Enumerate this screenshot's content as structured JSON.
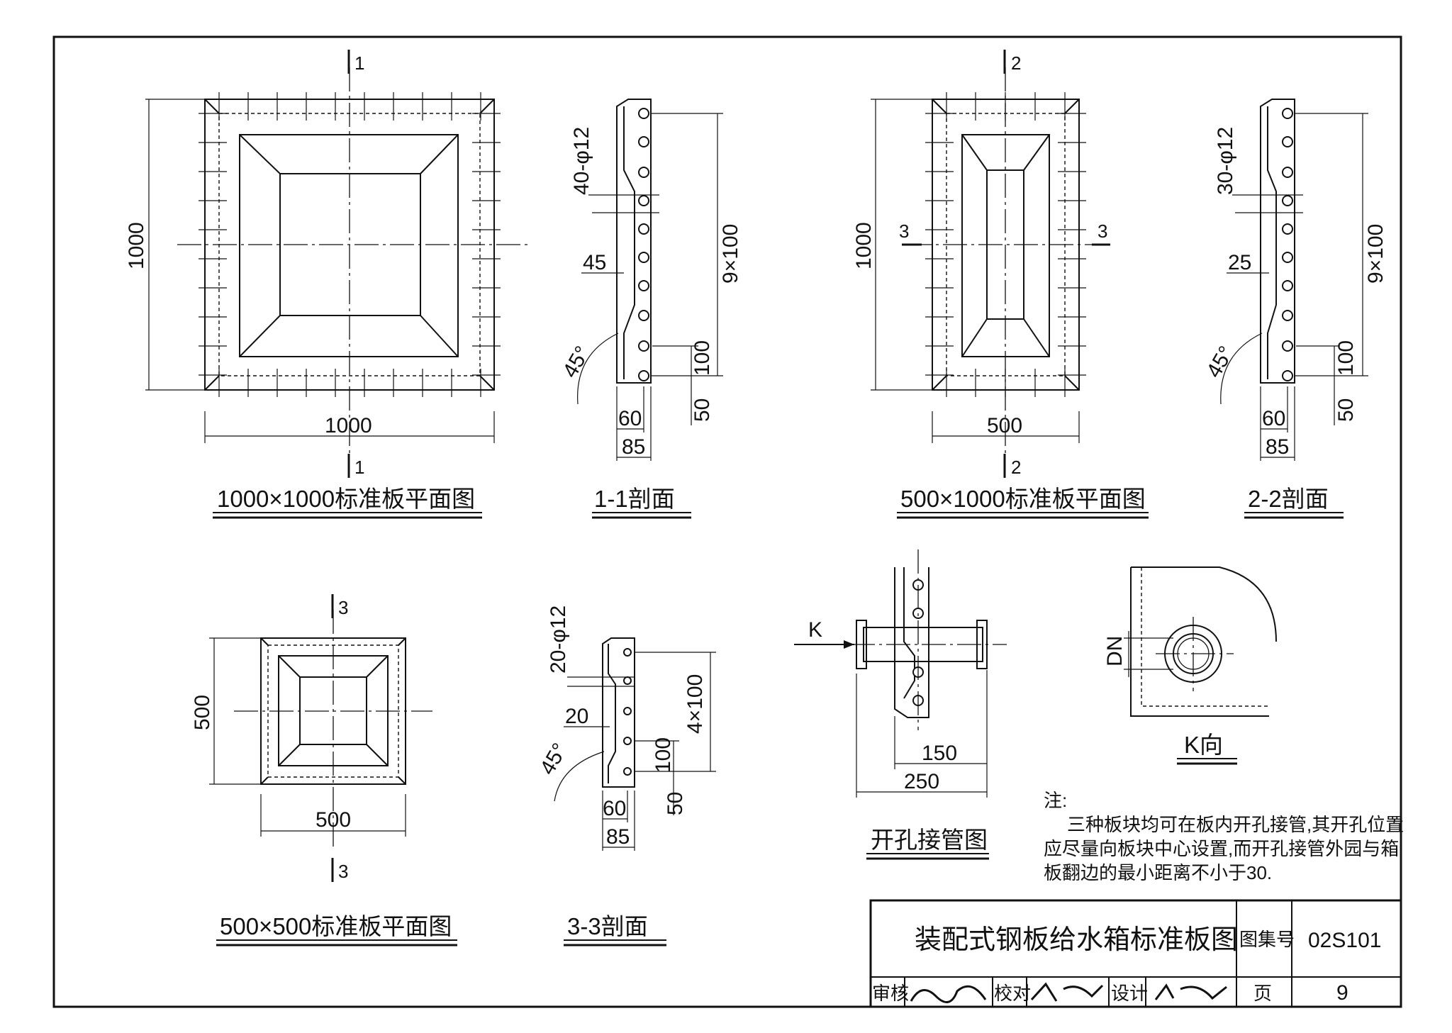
{
  "plan_1000x1000": {
    "title": "1000×1000标准板平面图",
    "dim_width": "1000",
    "dim_height": "1000",
    "section_mark": "1"
  },
  "section_1_1": {
    "title": "1-1剖面",
    "holes": "40-φ12",
    "pitch": "9×100",
    "dim_45": "45",
    "angle": "45°",
    "dim_100": "100",
    "dim_50": "50",
    "dim_60": "60",
    "dim_85": "85"
  },
  "plan_500x1000": {
    "title": "500×1000标准板平面图",
    "dim_width": "500",
    "dim_height": "1000",
    "section_mark": "2",
    "cut_mark": "3"
  },
  "section_2_2": {
    "title": "2-2剖面",
    "holes": "30-φ12",
    "pitch": "9×100",
    "dim_25": "25",
    "angle": "45°",
    "dim_100": "100",
    "dim_50": "50",
    "dim_60": "60",
    "dim_85": "85"
  },
  "plan_500x500": {
    "title": "500×500标准板平面图",
    "dim_width": "500",
    "dim_height": "500",
    "section_mark": "3"
  },
  "section_3_3": {
    "title": "3-3剖面",
    "holes": "20-φ12",
    "pitch": "4×100",
    "dim_20": "20",
    "angle": "45°",
    "dim_100": "100",
    "dim_50": "50",
    "dim_60": "60",
    "dim_85": "85"
  },
  "pipe_detail": {
    "title": "开孔接管图",
    "k_label": "K",
    "dim_150": "150",
    "dim_250": "250"
  },
  "k_view": {
    "title": "K向",
    "dn_label": "DN"
  },
  "notes": {
    "heading": "注:",
    "line1": "三种板块均可在板内开孔接管,其开孔位置",
    "line2": "应尽量向板块中心设置,而开孔接管外园与箱",
    "line3": "板翻边的最小距离不小于30."
  },
  "title_block": {
    "drawing_title": "装配式钢板给水箱标准板图",
    "atlas_label": "图集号",
    "atlas_no": "02S101",
    "review_label": "审核",
    "check_label": "校对",
    "design_label": "设计",
    "page_label": "页",
    "page_no": "9"
  }
}
